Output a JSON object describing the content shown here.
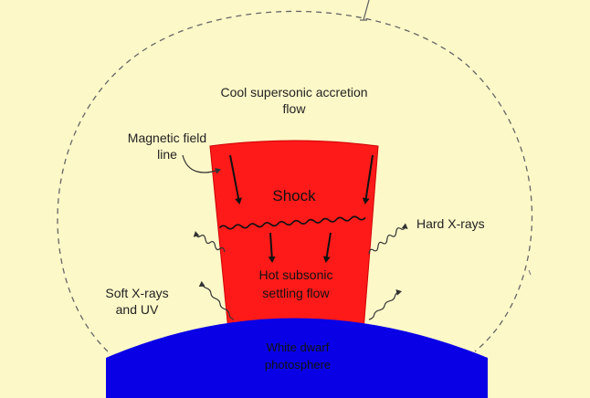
{
  "labels": {
    "accretion_line1": "Cool supersonic accretion",
    "accretion_line2": "flow",
    "field_line1": "Magnetic field",
    "field_line2": "line",
    "shock": "Shock",
    "hard_xrays": "Hard X-rays",
    "soft_line1": "Soft X-rays",
    "soft_line2": "and UV",
    "hot_line1": "Hot subsonic",
    "hot_line2": "settling flow",
    "wd_line1": "White dwarf",
    "wd_line2": "photosphere"
  },
  "colors": {
    "background": "#fdf8c8",
    "accretion_column": "#ff1a1a",
    "white_dwarf": "#0a00e6",
    "outline": "#555555",
    "arrows": "#111111"
  }
}
